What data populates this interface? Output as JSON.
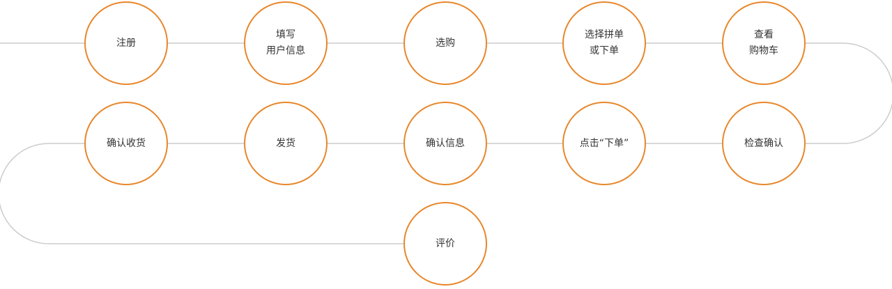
{
  "flow": {
    "line_color": "#cccccc",
    "circle_border_color": "#e8862a",
    "text_color": "#333333",
    "steps": [
      {
        "lines": [
          "注册"
        ]
      },
      {
        "lines": [
          "填写",
          "用户信息"
        ]
      },
      {
        "lines": [
          "选购"
        ]
      },
      {
        "lines": [
          "选择拼单",
          "或下单"
        ]
      },
      {
        "lines": [
          "查看",
          "购物车"
        ]
      },
      {
        "lines": [
          "检查确认"
        ]
      },
      {
        "lines": [
          "点击“下单”"
        ]
      },
      {
        "lines": [
          "确认信息"
        ]
      },
      {
        "lines": [
          "发货"
        ]
      },
      {
        "lines": [
          "确认收货"
        ]
      },
      {
        "lines": [
          "评价"
        ]
      }
    ]
  }
}
